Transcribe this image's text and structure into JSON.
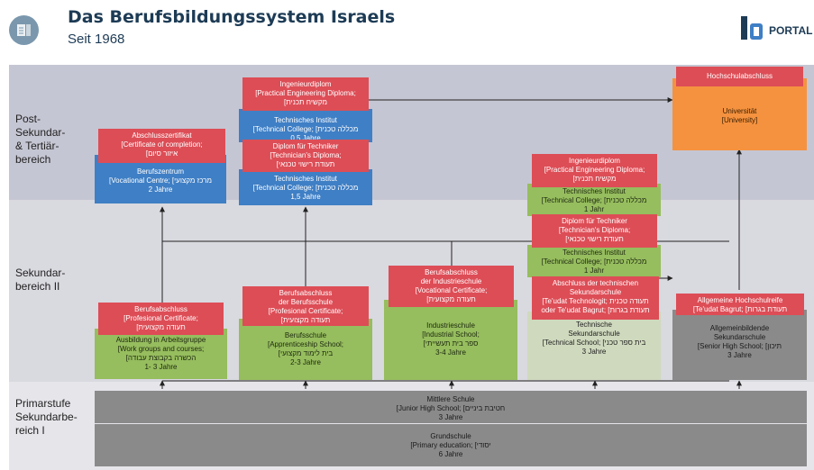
{
  "header": {
    "title": "Das Berufsbildungssystem Israels",
    "subtitle": "Seit 1968",
    "brand": "PORTAL",
    "logo_icon": "book-globe-icon"
  },
  "levels": {
    "post": "Post-\nSekundar-\n& Tertiär-\nbereich",
    "sek2": "Sekundar-\nbereich II",
    "prim": "Primarstufe\nSekundarbe-\nreich I"
  },
  "colors": {
    "red": "#dd4d56",
    "blue": "#3f7fc5",
    "green": "#96bd5e",
    "pale_green": "#cfd9bd",
    "grey": "#8a8a8a",
    "orange": "#f5923f"
  },
  "boxes": {
    "abschlusszertifikat": "Abschlusszertifikat\n[Certificate of completion;\n[איזור סיום",
    "berufszentrum": "Berufszentrum\n[Vocational Centre; [מרכז מקצועי\n2 Jahre",
    "ingenieurdiplom_1": "Ingenieurdiplom\n[Practical Engineering Diploma;\n[מקשיח תכנית",
    "technisches_institut_1": "Technisches Institut\n[Technical College; [מכללה טכנית\n0,5 Jahre",
    "diplom_techniker_1": "Diplom für Techniker\n[Technician's Diploma;\n[תעודת רישוי טכנאי",
    "technisches_institut_2": "Technisches Institut\n[Technical College; [מכללה טכנית\n1,5 Jahre",
    "hochschulabschluss": "Hochschulabschluss",
    "universitaet": "Universität\n[University]",
    "ingenieurdiplom_2": "Ingenieurdiplom\n[Practical Engineering Diploma;\n[מקשיח תכנית",
    "technisches_institut_3": "Technisches Institut\n[Technical College; [מכללה טכנית\n1 Jahr",
    "diplom_techniker_2": "Diplom für Techniker\n[Technician's Diploma;\n[תעודת רישוי טכנאי",
    "technisches_institut_4": "Technisches Institut\n[Technical College; [מכללה טכנית\n1 Jahr",
    "berufsabschluss_1": "Berufsabschluss\n[Profesional Certificate;\n[תעודה מקצועית",
    "ausbildung": "Ausbildung in Arbeitsgruppe\n[Work groups and courses;\n[הכשרה בקבוצת עבודה\n1- 3  Jahre",
    "berufsabschluss_2": "Berufsabschluss\nder Berufsschule\n[Profesional Certificate;\n[תעודה מקצועית",
    "berufsschule": "Berufsschule\n[Apprenticeship School;\n[בית לימוד מקצועי\n2-3  Jahre",
    "berufsabschluss_3": "Berufsabschluss\nder Industrieschule\n[Vocational Certificate;\n[תעודה מקצועית",
    "industrieschule": "Industrieschule\n[Industrial School;\n[ספר בית תעשייתי\n3-4 Jahre",
    "abschluss_tech": "Abschluss der technischen\nSekundarschule\n[Te'udat Technologit; תעודה טכנית\noder Te'udat Bagrut; [תעודת בגרות",
    "technische_sek": "Technische\nSekundarschule\n[Technical School; [בית ספר טכני\n3 Jahre",
    "hochschulreife": "Allgemeine Hochschulreife\n[Te'udat Bagrut; [תעודת בגרות",
    "allgemeinbildende": "Allgemeinbildende\nSekundarschule\n[Senior High School; [תיכון\n3 Jahre",
    "mittlere_schule": "Mittlere Schule\n[Junior High School; [חטיבת ביניים\n3 Jahre",
    "grundschule": "Grundschule\n[Primary education; [יסודי\n6 Jahre"
  }
}
